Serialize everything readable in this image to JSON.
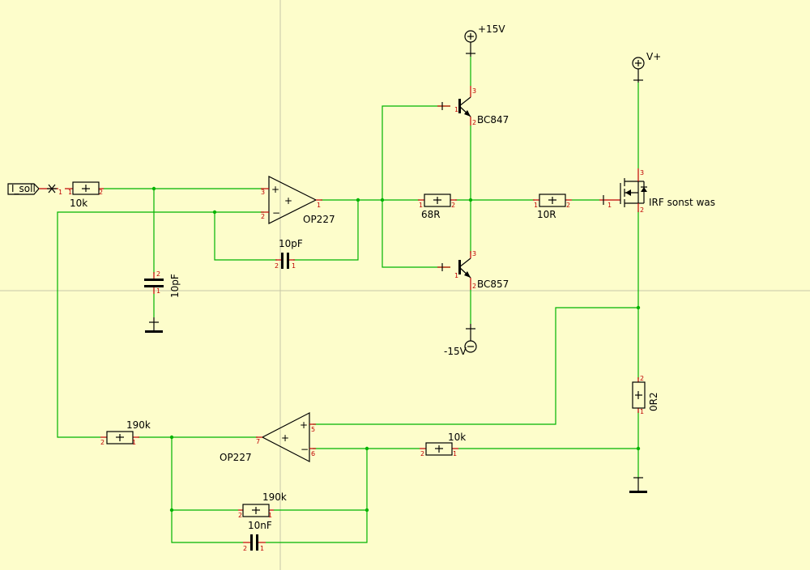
{
  "input_port": "I_soll",
  "opamp_top": {
    "name": "OP227",
    "pins": {
      "in_plus": "3",
      "in_minus": "2",
      "out": "1"
    }
  },
  "opamp_bottom": {
    "name": "OP227",
    "pins": {
      "in_plus": "5",
      "in_minus": "6",
      "out": "7"
    }
  },
  "resistors": {
    "r_in": {
      "value": "10k",
      "pin_a": "1",
      "pin_b": "2"
    },
    "r_base": {
      "value": "68R",
      "pin_a": "1",
      "pin_b": "2"
    },
    "r_gate": {
      "value": "10R",
      "pin_a": "1",
      "pin_b": "2"
    },
    "r_shunt": {
      "value": "0R2",
      "pin_a": "2",
      "pin_b": "1"
    },
    "r_fb_in": {
      "value": "10k",
      "pin_a": "2",
      "pin_b": "1"
    },
    "r_190k_a": {
      "value": "190k",
      "pin_a": "2",
      "pin_b": "1"
    },
    "r_190k_b": {
      "value": "190k",
      "pin_a": "2",
      "pin_b": "1"
    }
  },
  "capacitors": {
    "c_filter": {
      "value": "10pF",
      "pin_a": "2",
      "pin_b": "1"
    },
    "c_fb_top": {
      "value": "10pF",
      "pin_a": "2",
      "pin_b": "1"
    },
    "c_fb_bottom": {
      "value": "10nF",
      "pin_a": "2",
      "pin_b": "1"
    }
  },
  "transistors": {
    "npn": {
      "name": "BC847",
      "pins": {
        "c": "3",
        "b": "1",
        "e": "2"
      }
    },
    "pnp": {
      "name": "BC857",
      "pins": {
        "c": "3",
        "b": "1",
        "e": "2"
      }
    },
    "mosfet": {
      "name": "IRF sonst was",
      "pins": {
        "d": "3",
        "g": "1",
        "s": "2"
      }
    }
  },
  "supplies": {
    "pos15": {
      "label": "+15V",
      "symbol": "plus-circle"
    },
    "neg15": {
      "label": "-15V",
      "symbol": "minus-circle"
    },
    "vplus": {
      "label": "V+",
      "symbol": "plus-circle"
    }
  },
  "colors": {
    "background": "#fdfdcb",
    "wire": "#00b400",
    "pin": "#c00000",
    "part": "#000000"
  }
}
